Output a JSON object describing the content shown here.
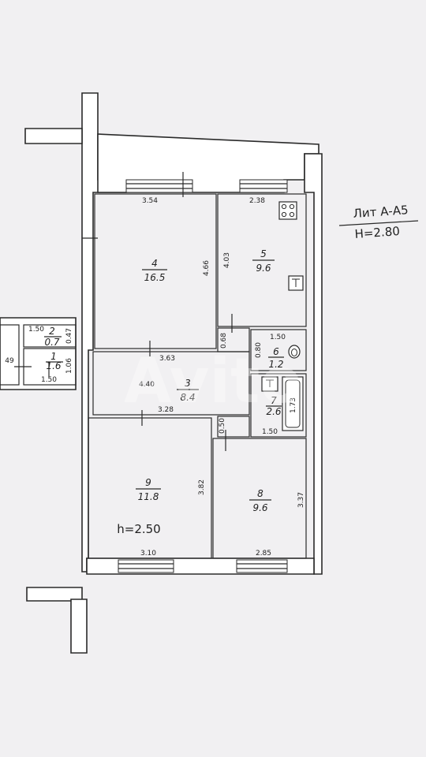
{
  "title": {
    "line1": "Лит А-А5",
    "line2": "H=2.80"
  },
  "height_note": "h=2.50",
  "watermark": "Avito",
  "rooms": [
    {
      "id": "4",
      "area": "16.5"
    },
    {
      "id": "5",
      "area": "9.6"
    },
    {
      "id": "3",
      "area": "8.4"
    },
    {
      "id": "9",
      "area": "11.8"
    },
    {
      "id": "8",
      "area": "9.6"
    },
    {
      "id": "6",
      "area": "1.2"
    },
    {
      "id": "7",
      "area": "2.6"
    },
    {
      "id": "2",
      "area": "0.7"
    },
    {
      "id": "1",
      "area": "1.6"
    }
  ],
  "dimensions": {
    "r4_width": "3.54",
    "r4_height": "4.66",
    "r5_width": "2.38",
    "r5_height": "4.03",
    "r3_top": "3.63",
    "r3_left": "4.40",
    "r3_bottom": "3.28",
    "r9_height": "3.82",
    "r9_bottom": "3.10",
    "r8_height": "3.37",
    "r8_bottom": "2.85",
    "r6_width": "1.50",
    "r6_height": "0.80",
    "r7_width": "1.50",
    "r7_height": "1.73",
    "corr_a": "0.68",
    "corr_b": "0.50",
    "r2_width": "1.50",
    "r2_height": "0.47",
    "r1_width": "1.50",
    "r1_height": "1.06",
    "left_fragment": "49"
  }
}
